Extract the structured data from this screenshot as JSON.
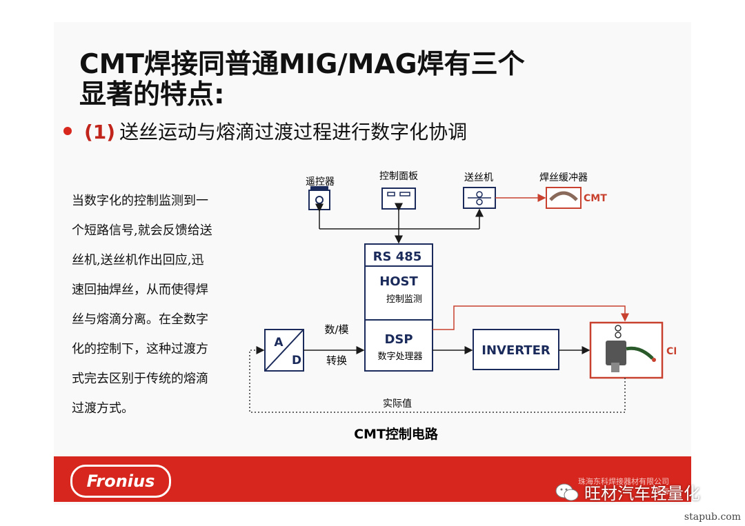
{
  "slide": {
    "title_line1": "CMT焊接同普通MIG/MAG焊有三个",
    "title_line2": "显著的特点:",
    "bullet_number": "(1)",
    "bullet_text": "送丝运动与熔滴过渡过程进行数字化协调",
    "body_lines": [
      "当数字化的控制监测到一",
      "个短路信号,就会反馈给送",
      "丝机,送丝机作出回应,迅",
      "速回抽焊丝，从而使得焊",
      "丝与熔滴分离。在全数字",
      "化的控制下，这种过渡方",
      "式完去区别于传统的熔滴",
      "过渡方式。"
    ]
  },
  "diagram": {
    "label_remote": "遥控器",
    "label_panel": "控制面板",
    "label_feeder": "送丝机",
    "label_buffer": "焊丝缓冲器",
    "cmt_top": "CMT",
    "rs485": "RS 485",
    "host": "HOST",
    "host_sub": "控制监测",
    "dsp": "DSP",
    "dsp_sub": "数字处理器",
    "ad_a": "A",
    "ad_d": "D",
    "conv_line1": "数/模",
    "conv_line2": "转换",
    "inverter": "INVERTER",
    "cmt_right": "CMT",
    "feedback": "实际值",
    "caption": "CMT控制电路"
  },
  "footer": {
    "logo": "Fronius",
    "company_line1": "珠海东科焊接器材有限公司",
    "company_line2": "珠海",
    "wechat_name": "旺材汽车轻量化",
    "site": "stapub.com"
  },
  "colors": {
    "accent": "#d7261d",
    "diagram_line": "#1a2a5a",
    "red_line": "#c8412e"
  }
}
